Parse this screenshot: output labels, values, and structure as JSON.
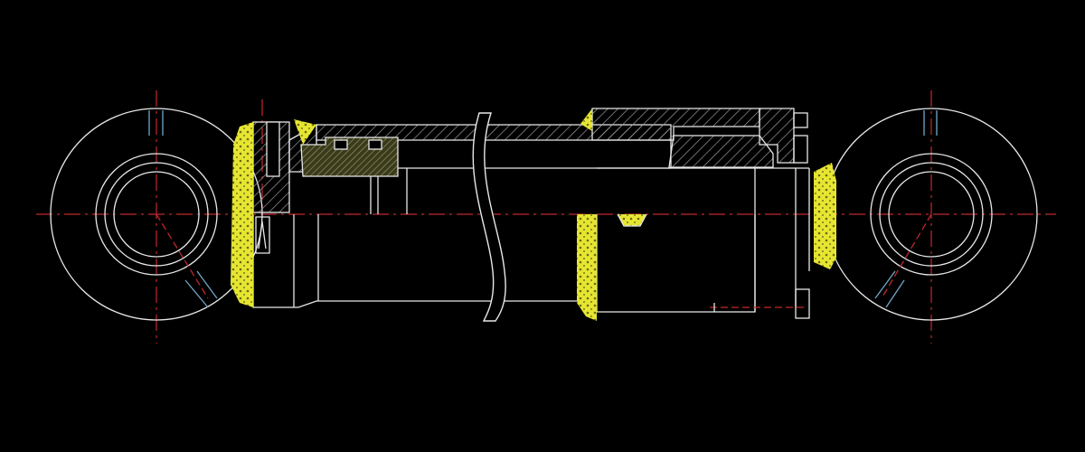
{
  "drawing": {
    "subject": "",
    "colors": {
      "background": "#000000",
      "outline": "#e8e8e8",
      "centerline": "#c0282d",
      "weld": "#e6e632",
      "hatch": "#9a9a9a",
      "hatch_seal": "#8c8c50"
    },
    "parts": [
      "left-eye-mount",
      "cylinder-barrel",
      "break-line",
      "piston-rod",
      "gland-head",
      "right-eye-mount",
      "weld-beads",
      "centerlines"
    ]
  }
}
